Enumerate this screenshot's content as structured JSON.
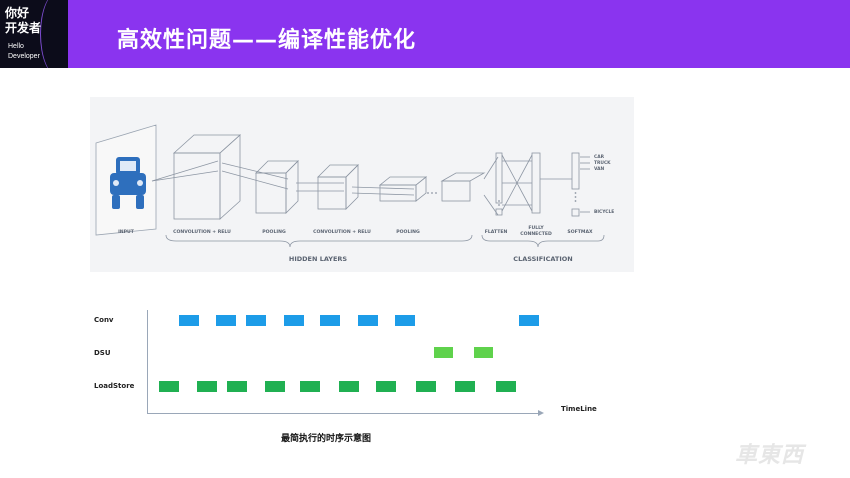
{
  "header": {
    "logo": {
      "line1": "你好",
      "line2": "开发者",
      "line3": "Hello",
      "line4": "Developer"
    },
    "title": "高效性问题——编译性能优化",
    "accent_color": "#8a34ef"
  },
  "cnn_figure": {
    "labels": {
      "input": "INPUT",
      "conv1": "CONVOLUTION + RELU",
      "pool1": "POOLING",
      "conv2": "CONVOLUTION + RELU",
      "pool2": "POOLING",
      "flatten": "FLATTEN",
      "fully_connected_1": "FULLY",
      "fully_connected_2": "CONNECTED",
      "softmax": "SOFTMAX",
      "hidden_layers": "HIDDEN LAYERS",
      "classification": "CLASSIFICATION"
    },
    "classes": [
      "CAR",
      "TRUCK",
      "VAN",
      "BICYCLE"
    ]
  },
  "timeline": {
    "rows": [
      {
        "label": "Conv",
        "color": "#1d9ce8"
      },
      {
        "label": "DSU",
        "color": "#5fd24c"
      },
      {
        "label": "LoadStore",
        "color": "#20b052"
      }
    ],
    "axis_label": "TimeLine",
    "caption": "最简执行的时序示意图"
  },
  "watermark": "車東西"
}
